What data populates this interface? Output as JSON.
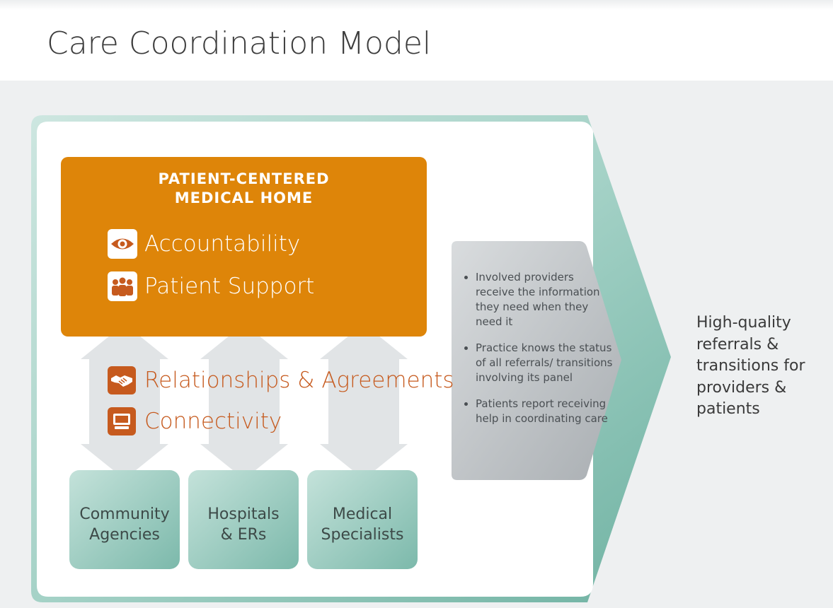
{
  "header": {
    "title": "Care Coordination Model"
  },
  "pcmh": {
    "title_line1": "PATIENT-CENTERED",
    "title_line2": "MEDICAL HOME",
    "items": [
      {
        "label": "Accountability",
        "icon": "eye-icon"
      },
      {
        "label": "Patient Support",
        "icon": "people-icon"
      }
    ]
  },
  "middle": {
    "items": [
      {
        "label": "Relationships & Agreements",
        "icon": "handshake-icon"
      },
      {
        "label": "Connectivity",
        "icon": "computer-icon"
      }
    ]
  },
  "partners": [
    {
      "line1": "Community",
      "line2": "Agencies"
    },
    {
      "line1": "Hospitals",
      "line2": "& ERs"
    },
    {
      "line1": "Medical",
      "line2": "Specialists"
    }
  ],
  "results": {
    "bullets": [
      "Involved providers receive the information they need when they need it",
      "Practice knows the status of all referrals/ transitions involving its panel",
      "Patients report receiving help in coordinating care"
    ]
  },
  "outcome": {
    "text": "High-quality referrals & transitions for providers & patients"
  },
  "colors": {
    "orange": "#de8509",
    "rust": "#c65a1e",
    "teal": "#7fbcae",
    "gray_panel": "#b7bcc0"
  }
}
